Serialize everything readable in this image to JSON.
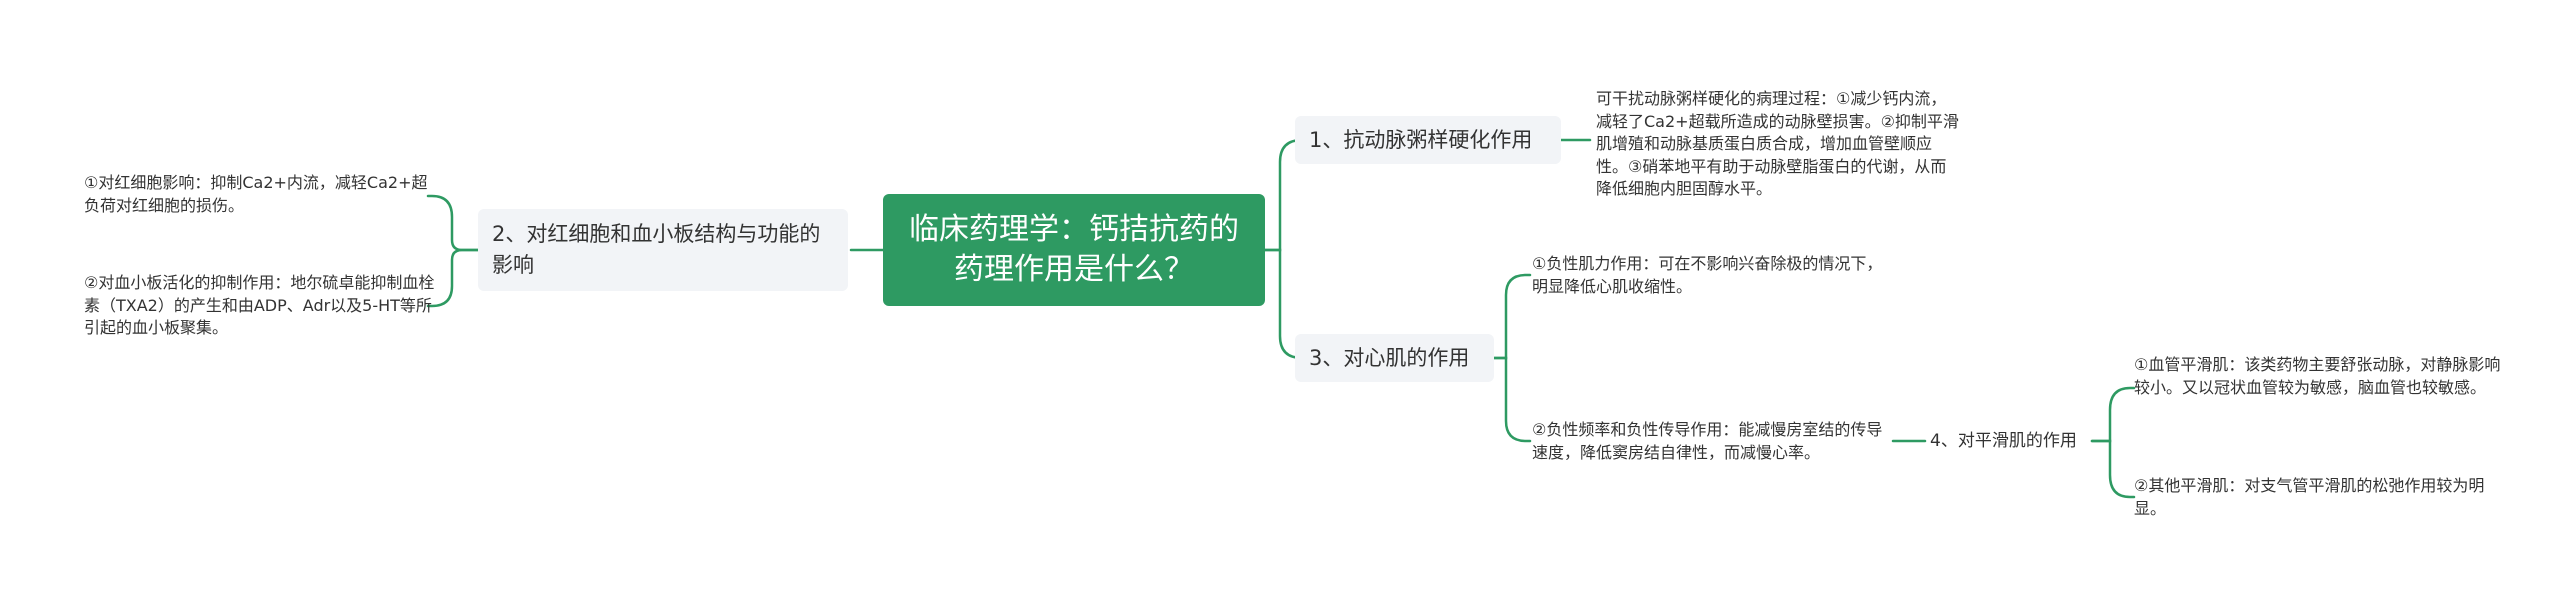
{
  "root": {
    "label": "临床药理学：钙拮抗药的药理作用是什么？"
  },
  "branches": {
    "b1": {
      "label": "1、抗动脉粥样硬化作用",
      "leaves": [
        "可干扰动脉粥样硬化的病理过程：①减少钙内流，减轻了Ca2+超载所造成的动脉壁损害。②抑制平滑肌增殖和动脉基质蛋白质合成，增加血管壁顺应性。③硝苯地平有助于动脉壁脂蛋白的代谢，从而降低细胞内胆固醇水平。"
      ]
    },
    "b2": {
      "label": "2、对红细胞和血小板结构与功能的影响",
      "leaves": [
        "①对红细胞影响：抑制Ca2+内流，减轻Ca2+超负荷对红细胞的损伤。",
        "②对血小板活化的抑制作用：地尔硫卓能抑制血栓素（TXA2）的产生和由ADP、Adr以及5-HT等所引起的血小板聚集。"
      ]
    },
    "b3": {
      "label": "3、对心肌的作用",
      "leaves": [
        "①负性肌力作用：可在不影响兴奋除极的情况下，明显降低心肌收缩性。",
        "②负性频率和负性传导作用：能减慢房室结的传导速度，降低窦房结自律性，而减慢心率。"
      ]
    },
    "b4": {
      "label": "4、对平滑肌的作用",
      "leaves": [
        "①血管平滑肌：该类药物主要舒张动脉，对静脉影响较小。又以冠状血管较为敏感，脑血管也较敏感。",
        "②其他平滑肌：对支气管平滑肌的松弛作用较为明显。"
      ]
    }
  },
  "colors": {
    "root_fill": "#2e9a62",
    "connector": "#2e9a62",
    "branch_fill": "#f2f4f7",
    "text": "#333333"
  }
}
